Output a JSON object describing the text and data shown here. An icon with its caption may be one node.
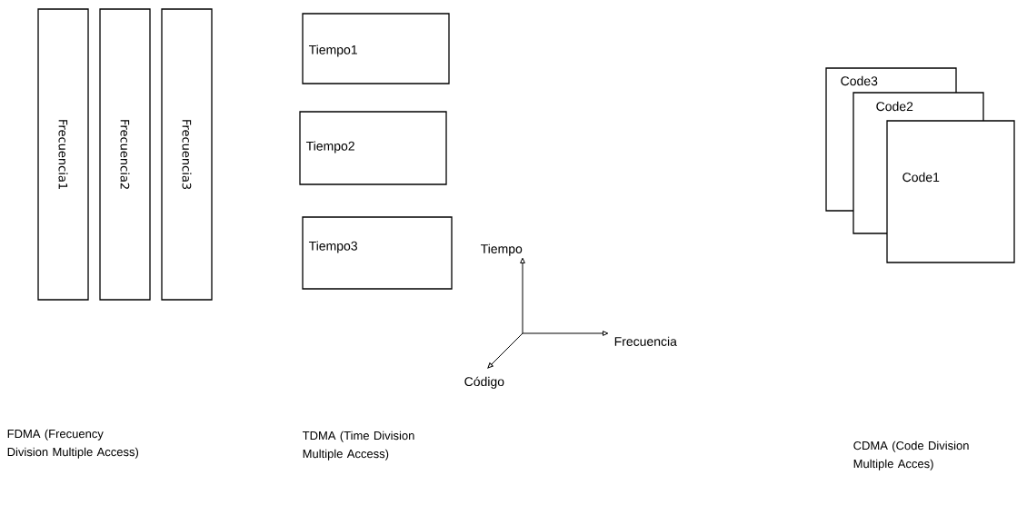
{
  "diagram": {
    "nodes": [
      {
        "text": [
          "Frecuencia1"
        ]
      },
      {
        "text": [
          "Frecuencia2"
        ]
      },
      {
        "text": [
          "Frecuencia3"
        ]
      },
      {
        "text": [
          "Tiempo1"
        ]
      },
      {
        "text": [
          "Tiempo2"
        ]
      },
      {
        "text": [
          "Tiempo3"
        ]
      },
      {
        "text": [
          "Code3"
        ]
      },
      {
        "text": [
          "Code2"
        ]
      },
      {
        "text": [
          "Code1"
        ]
      }
    ],
    "labels": [
      "Tiempo",
      "Frecuencia",
      "Código",
      "FDMA (Frecuency Division Multiple Access)",
      "TDMA (Time Division Multiple Access)",
      "CDMA (Code Division Multiple Acces)"
    ]
  }
}
